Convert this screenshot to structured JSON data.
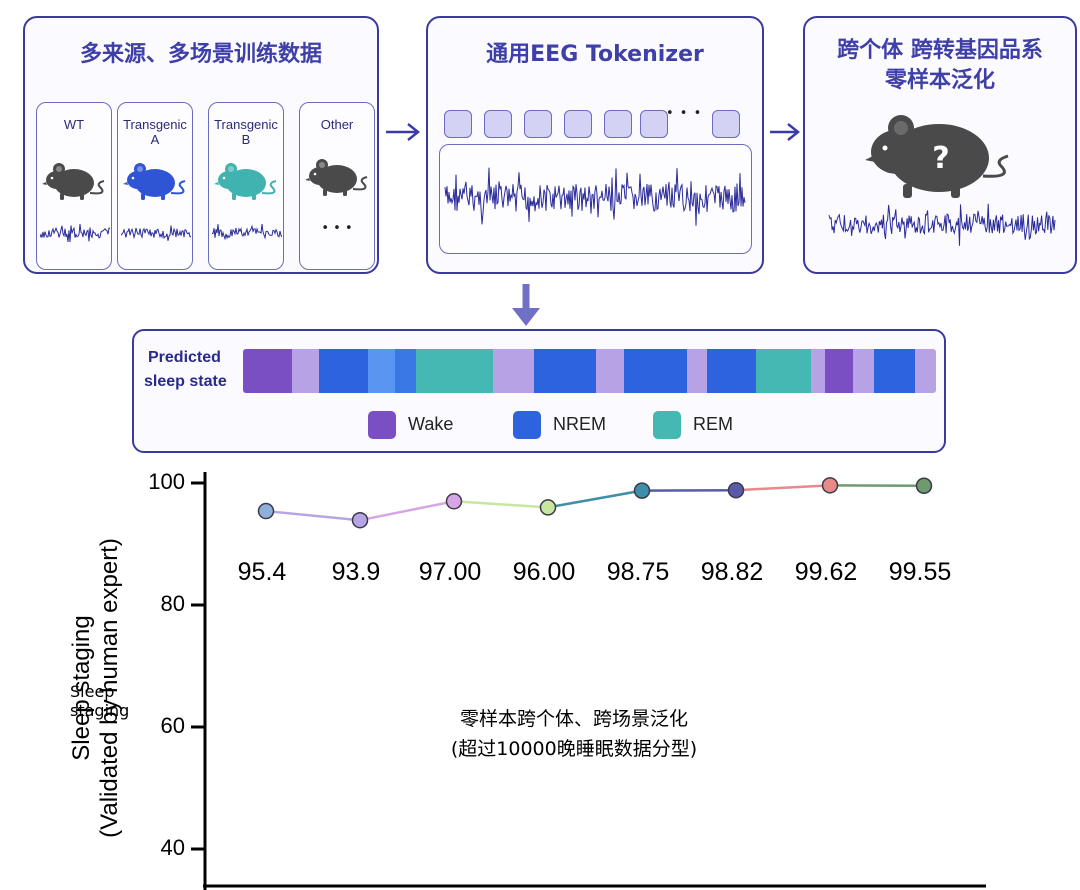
{
  "panels": {
    "sources": {
      "title": "多来源、多场景训练数据",
      "cards": [
        {
          "label": "WT",
          "mouse_color": "#4a4a4a"
        },
        {
          "label": "Transgenic A",
          "mouse_color": "#2f55d4"
        },
        {
          "label": "Transgenic B",
          "mouse_color": "#40b3b0"
        },
        {
          "label": "Other",
          "mouse_color": "#4a4a4a"
        }
      ],
      "ellipsis": "• • •"
    },
    "tokenizer": {
      "title": "通用EEG Tokenizer",
      "ellipsis": "• • •"
    },
    "generalize": {
      "title_line1": "跨个体 跨转基因品系",
      "title_line2": "零样本泛化",
      "mouse_mark": "?"
    }
  },
  "prediction": {
    "label_line1": "Predicted",
    "label_line2": "sleep state",
    "segments": [
      {
        "state": "Wake",
        "width": 7
      },
      {
        "state": "light",
        "width": 4
      },
      {
        "state": "NREM",
        "width": 7
      },
      {
        "state": "NREM-light",
        "width": 4
      },
      {
        "state": "NREM-mid",
        "width": 3
      },
      {
        "state": "REM",
        "width": 11
      },
      {
        "state": "light",
        "width": 6
      },
      {
        "state": "NREM",
        "width": 9
      },
      {
        "state": "light",
        "width": 4
      },
      {
        "state": "NREM",
        "width": 9
      },
      {
        "state": "light",
        "width": 3
      },
      {
        "state": "NREM",
        "width": 7
      },
      {
        "state": "REM",
        "width": 8
      },
      {
        "state": "light",
        "width": 2
      },
      {
        "state": "Wake",
        "width": 4
      },
      {
        "state": "light",
        "width": 3
      },
      {
        "state": "NREM",
        "width": 6
      },
      {
        "state": "light",
        "width": 3
      }
    ],
    "state_colors": {
      "Wake": "#7a4fc4",
      "NREM": "#2e63e0",
      "REM": "#46b8b3",
      "light": "#b8a2e6",
      "NREM-light": "#5a95f2",
      "NREM-mid": "#3a78e6"
    },
    "legend": [
      {
        "label": "Wake",
        "color": "#7a4fc4"
      },
      {
        "label": "NREM",
        "color": "#2e63e0"
      },
      {
        "label": "REM",
        "color": "#46b8b3"
      }
    ]
  },
  "chart_data": {
    "type": "line",
    "ylabel_line1": "Sleep staging",
    "ylabel_line2": "(Validated by human expert)",
    "ylim": [
      40,
      100
    ],
    "yticks": [
      40,
      60,
      80,
      100
    ],
    "ytick_labels": [
      "40",
      "60",
      "80",
      "100"
    ],
    "values": [
      95.4,
      93.9,
      97.0,
      96.0,
      98.75,
      98.82,
      99.62,
      99.55
    ],
    "labels": [
      "95.4",
      "93.9",
      "97.00",
      "96.00",
      "98.75",
      "98.82",
      "99.62",
      "99.55"
    ],
    "point_colors": [
      "#8fb0d8",
      "#b7a4e4",
      "#d6a6e4",
      "#c7e6a0",
      "#3f8fa8",
      "#5a5aa8",
      "#e88a8a",
      "#6f9a6f"
    ],
    "annotation_line1": "零样本跨个体、跨场景泛化",
    "annotation_line2": "(超过10000晚睡眠数据分型)"
  }
}
